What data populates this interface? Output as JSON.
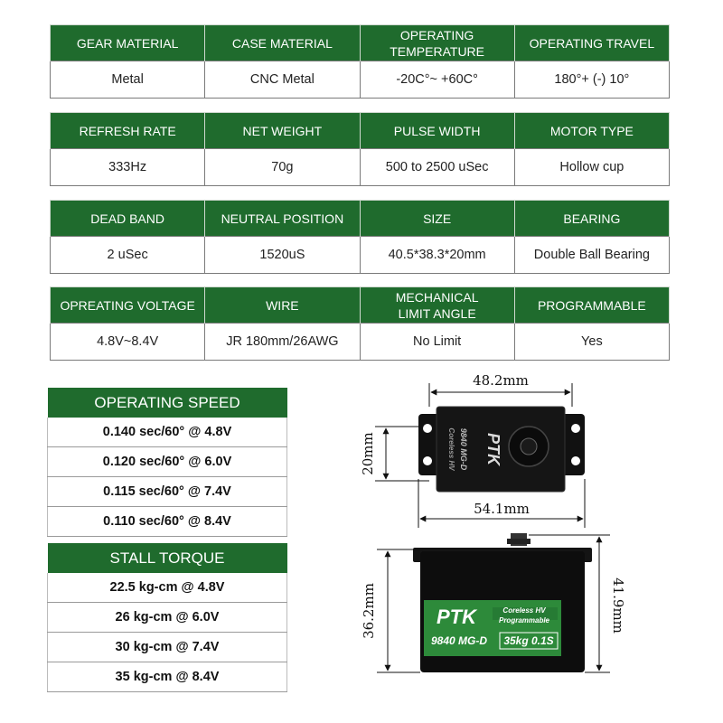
{
  "spec_tables": [
    {
      "headers": [
        "GEAR MATERIAL",
        "CASE MATERIAL",
        "OPERATING\nTEMPERATURE",
        "OPERATING TRAVEL"
      ],
      "values": [
        "Metal",
        "CNC Metal",
        "-20C°~ +60C°",
        "180°+ (-) 10°"
      ]
    },
    {
      "headers": [
        "REFRESH RATE",
        "NET WEIGHT",
        "PULSE WIDTH",
        "MOTOR TYPE"
      ],
      "values": [
        "333Hz",
        "70g",
        "500 to 2500 uSec",
        "Hollow cup"
      ]
    },
    {
      "headers": [
        "DEAD BAND",
        "NEUTRAL POSITION",
        "SIZE",
        "BEARING"
      ],
      "values": [
        "2 uSec",
        "1520uS",
        "40.5*38.3*20mm",
        "Double Ball Bearing"
      ]
    },
    {
      "headers": [
        "OPREATING VOLTAGE",
        "WIRE",
        "MECHANICAL\nLIMIT ANGLE",
        "PROGRAMMABLE"
      ],
      "values": [
        "4.8V~8.4V",
        "JR 180mm/26AWG",
        "No Limit",
        "Yes"
      ]
    }
  ],
  "operating_speed": {
    "title": "OPERATING SPEED",
    "rows": [
      "0.140 sec/60° @ 4.8V",
      "0.120 sec/60° @ 6.0V",
      "0.115 sec/60° @ 7.4V",
      "0.110 sec/60° @ 8.4V"
    ]
  },
  "stall_torque": {
    "title": "STALL TORQUE",
    "rows": [
      "22.5 kg-cm  @ 4.8V",
      "26 kg-cm  @ 6.0V",
      "30 kg-cm  @ 7.4V",
      "35 kg-cm  @ 8.4V"
    ]
  },
  "diagram": {
    "dim_top_width": "48.2mm",
    "dim_top_height": "20mm",
    "dim_flange_width": "54.1mm",
    "dim_body_height": "36.2mm",
    "dim_total_height": "41.9mm",
    "brand": "PTK",
    "top_label_model": "9840 MG-D",
    "top_label_sub": "Coreless HV",
    "front_label_line1": "Coreless  HV",
    "front_label_line2": "Programmable",
    "front_label_model": "9840 MG-D",
    "front_label_spec": "35kg 0.1S",
    "colors": {
      "header_green": "#1f6b2d",
      "label_green": "#2d8a3a",
      "body": "#0d0d0d"
    }
  }
}
